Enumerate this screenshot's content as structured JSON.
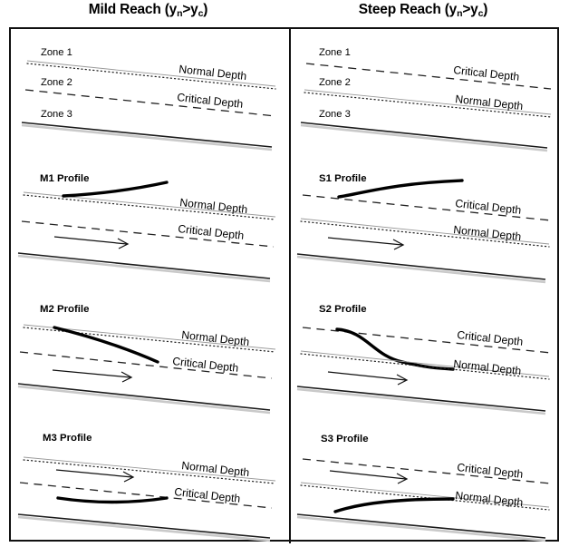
{
  "columns": {
    "mild": {
      "title_main": "Mild Reach (y",
      "title_sub1": "n",
      "title_mid": ">y",
      "title_sub2": "c",
      "title_end": ")",
      "full_title": "Mild Reach (yn>yc)"
    },
    "steep": {
      "title_main": "Steep Reach (y",
      "title_sub1": "n",
      "title_mid": ">y",
      "title_sub2": "c",
      "title_end": ")",
      "full_title": "Steep Reach (yn>yc)"
    }
  },
  "labels": {
    "normal_depth": "Normal Depth",
    "critical_depth": "Critical Depth",
    "zone1": "Zone 1",
    "zone2": "Zone 2",
    "zone3": "Zone 3"
  },
  "panels": {
    "mild_zones": {
      "upper_label": "Normal Depth",
      "lower_label": "Critical Depth",
      "zone1": "Zone 1",
      "zone2": "Zone 2",
      "zone3": "Zone 3"
    },
    "steep_zones": {
      "upper_label": "Critical Depth",
      "lower_label": "Normal Depth",
      "zone1": "Zone 1",
      "zone2": "Zone 2",
      "zone3": "Zone 3"
    },
    "m1": {
      "name": "M1 Profile",
      "upper_label": "Normal Depth",
      "lower_label": "Critical Depth"
    },
    "m2": {
      "name": "M2 Profile",
      "upper_label": "Normal Depth",
      "lower_label": "Critical Depth"
    },
    "m3": {
      "name": "M3 Profile",
      "upper_label": "Normal Depth",
      "lower_label": "Critical Depth"
    },
    "s1": {
      "name": "S1 Profile",
      "upper_label": "Critical Depth",
      "lower_label": "Normal Depth"
    },
    "s2": {
      "name": "S2 Profile",
      "upper_label": "Critical Depth",
      "lower_label": "Normal Depth"
    },
    "s3": {
      "name": "S3 Profile",
      "upper_label": "Critical Depth",
      "lower_label": "Normal Depth"
    }
  },
  "colors": {
    "ink": "#000000",
    "frame": "#111111",
    "guide": "#9a9a9a",
    "background": "#ffffff"
  }
}
